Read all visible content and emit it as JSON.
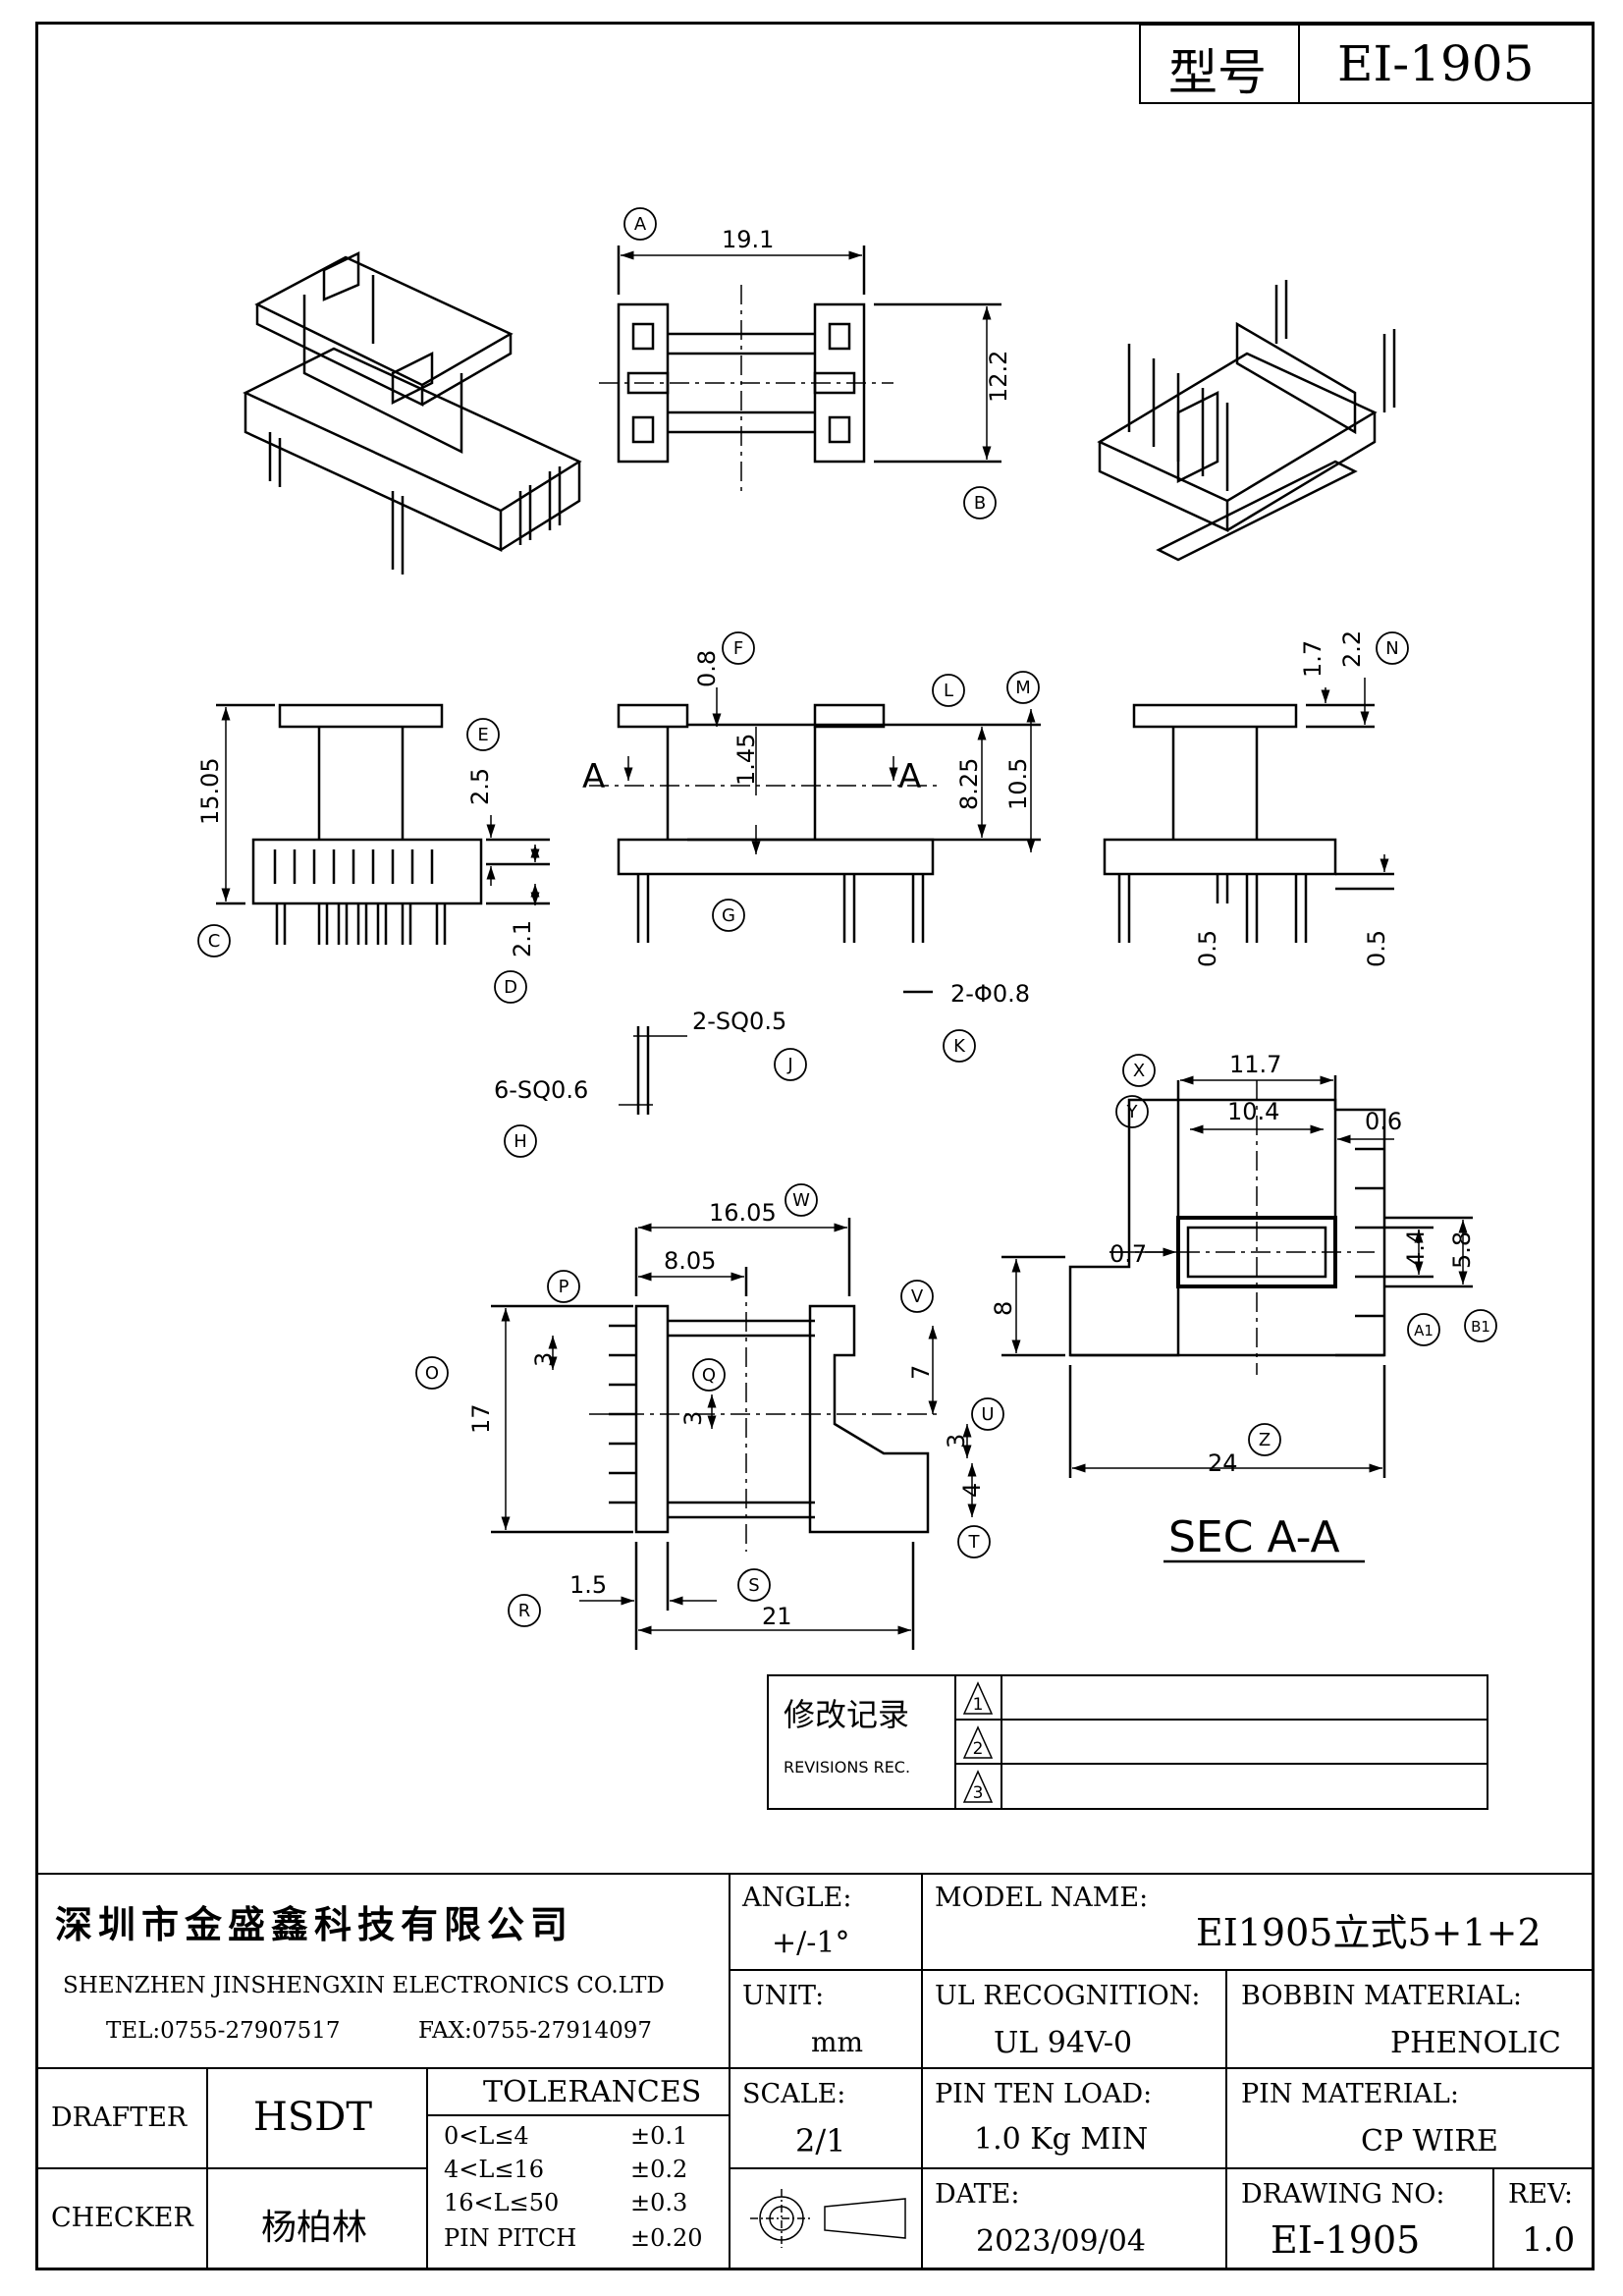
{
  "header": {
    "type_label": "型号",
    "type_value": "EI-1905"
  },
  "dimensions": {
    "top_width": "19.1",
    "top_height": "12.2",
    "front_height": "15.05",
    "flange_gap": "2.5",
    "pin_length": "2.1",
    "flange_thk": "0.8",
    "slot_145": "1.45",
    "inner_h": "8.25",
    "outer_h": "10.5",
    "side_a": "1.7",
    "side_b": "2.2",
    "side_c1": "0.5",
    "side_c2": "0.5",
    "pin_round": "2-Φ0.8",
    "pin_sq_small": "2-SQ0.5",
    "pin_sq_large": "6-SQ0.6",
    "bottom_total": "16.05",
    "bottom_half": "8.05",
    "bottom_17": "17",
    "bottom_3a": "3",
    "bottom_3b": "3",
    "bottom_7": "7",
    "bottom_3c": "3",
    "bottom_4": "4",
    "bottom_15": "1.5",
    "bottom_21": "21",
    "sec_117": "11.7",
    "sec_104": "10.4",
    "sec_06": "0.6",
    "sec_07": "0.7",
    "sec_44": "4.4",
    "sec_58": "5.8",
    "sec_8": "8",
    "sec_24": "24",
    "section_label": "SEC A-A",
    "section_a": "A"
  },
  "callouts": {
    "A": "A",
    "B": "B",
    "C": "C",
    "D": "D",
    "E": "E",
    "F": "F",
    "G": "G",
    "H": "H",
    "J": "J",
    "K": "K",
    "L": "L",
    "M": "M",
    "N": "N",
    "O": "O",
    "P": "P",
    "Q": "Q",
    "R": "R",
    "S": "S",
    "T": "T",
    "U": "U",
    "V": "V",
    "W": "W",
    "X": "X",
    "Y": "Y",
    "Z": "Z",
    "A1": "A1",
    "B1": "B1"
  },
  "revisions": {
    "label_cn": "修改记录",
    "label_en": "REVISIONS REC.",
    "rows": [
      "1",
      "2",
      "3"
    ]
  },
  "title_block": {
    "company_cn": "深圳市金盛鑫科技有限公司",
    "company_en": "SHENZHEN JINSHENGXIN ELECTRONICS CO.LTD",
    "tel": "TEL:0755-27907517",
    "fax": "FAX:0755-27914097",
    "angle_label": "ANGLE:",
    "angle_value": "+/-1°",
    "model_label": "MODEL NAME:",
    "model_value": "EI1905立式5+1+2",
    "unit_label": "UNIT:",
    "unit_value": "mm",
    "ul_label": "UL RECOGNITION:",
    "ul_value": "UL 94V-0",
    "bobbin_label": "BOBBIN MATERIAL:",
    "bobbin_value": "PHENOLIC",
    "drafter_label": "DRAFTER",
    "drafter_value": "HSDT",
    "checker_label": "CHECKER",
    "checker_value": "杨柏林",
    "tol_label": "TOLERANCES",
    "tol_rows": [
      {
        "range": "0<L≤4",
        "value": "±0.1"
      },
      {
        "range": "4<L≤16",
        "value": "±0.2"
      },
      {
        "range": "16<L≤50",
        "value": "±0.3"
      },
      {
        "range": "PIN PITCH",
        "value": "±0.20"
      }
    ],
    "scale_label": "SCALE:",
    "scale_value": "2/1",
    "pin_load_label": "PIN TEN LOAD:",
    "pin_load_value": "1.0 Kg MIN",
    "pin_mat_label": "PIN MATERIAL:",
    "pin_mat_value": "CP WIRE",
    "date_label": "DATE:",
    "date_value": "2023/09/04",
    "dwg_label": "DRAWING NO:",
    "dwg_value": "EI-1905",
    "rev_label": "REV:",
    "rev_value": "1.0"
  }
}
